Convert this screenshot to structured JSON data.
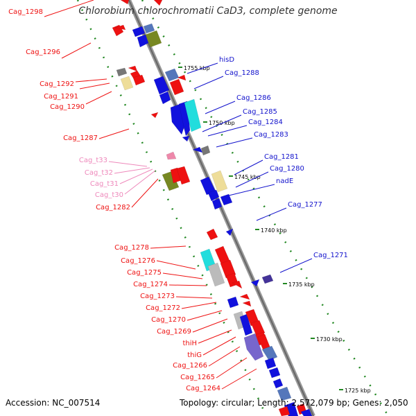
{
  "title": "Chlorobium chlorochromatii CaD3, complete genome",
  "footer": {
    "accession": "Accession: NC_007514",
    "topology": "Topology: circular; Length: 2,572,079 bp; Genes: 2,050"
  },
  "colors": {
    "reverse_label": "#ee1111",
    "forward_label": "#1111cc",
    "trna_label": "#ee88bb",
    "backbone": "#888888",
    "tick": "#228822"
  },
  "kbp_labels": [
    "1755 kbp",
    "1750 kbp",
    "1745 kbp",
    "1740 kbp",
    "1735 kbp",
    "1730 kbp",
    "1725 kbp"
  ],
  "left_labels": [
    {
      "text": "Cag_1298",
      "type": "rev"
    },
    {
      "text": "Cag_1296",
      "type": "rev"
    },
    {
      "text": "Cag_1292",
      "type": "rev"
    },
    {
      "text": "Cag_1291",
      "type": "rev"
    },
    {
      "text": "Cag_1290",
      "type": "rev"
    },
    {
      "text": "Cag_1287",
      "type": "rev"
    },
    {
      "text": "Cag_t33",
      "type": "trna"
    },
    {
      "text": "Cag_t32",
      "type": "trna"
    },
    {
      "text": "Cag_t31",
      "type": "trna"
    },
    {
      "text": "Cag_t30",
      "type": "trna"
    },
    {
      "text": "Cag_1282",
      "type": "rev"
    },
    {
      "text": "Cag_1278",
      "type": "rev"
    },
    {
      "text": "Cag_1276",
      "type": "rev"
    },
    {
      "text": "Cag_1275",
      "type": "rev"
    },
    {
      "text": "Cag_1274",
      "type": "rev"
    },
    {
      "text": "Cag_1273",
      "type": "rev"
    },
    {
      "text": "Cag_1272",
      "type": "rev"
    },
    {
      "text": "Cag_1270",
      "type": "rev"
    },
    {
      "text": "Cag_1269",
      "type": "rev"
    },
    {
      "text": "thiH",
      "type": "rev"
    },
    {
      "text": "thiG",
      "type": "rev"
    },
    {
      "text": "Cag_1266",
      "type": "rev"
    },
    {
      "text": "Cag_1265",
      "type": "rev"
    },
    {
      "text": "Cag_1264",
      "type": "rev"
    }
  ],
  "right_labels": [
    {
      "text": "hisD",
      "type": "fwd"
    },
    {
      "text": "Cag_1288",
      "type": "fwd"
    },
    {
      "text": "Cag_1286",
      "type": "fwd"
    },
    {
      "text": "Cag_1285",
      "type": "fwd"
    },
    {
      "text": "Cag_1284",
      "type": "fwd"
    },
    {
      "text": "Cag_1283",
      "type": "fwd"
    },
    {
      "text": "Cag_1281",
      "type": "fwd"
    },
    {
      "text": "Cag_1280",
      "type": "fwd"
    },
    {
      "text": "nadE",
      "type": "fwd"
    },
    {
      "text": "Cag_1277",
      "type": "fwd"
    },
    {
      "text": "Cag_1271",
      "type": "fwd"
    }
  ],
  "feature_colors": [
    {
      "name": "red",
      "hex": "#ee1111"
    },
    {
      "name": "blue",
      "hex": "#1111dd"
    },
    {
      "name": "steel-blue",
      "hex": "#5577bb"
    },
    {
      "name": "olive",
      "hex": "#778822"
    },
    {
      "name": "cyan",
      "hex": "#22dddd"
    },
    {
      "name": "khaki",
      "hex": "#eedd99"
    },
    {
      "name": "gray",
      "hex": "#777777"
    },
    {
      "name": "light-gray",
      "hex": "#bbbbbb"
    },
    {
      "name": "pink",
      "hex": "#ee88aa"
    },
    {
      "name": "slate-blue",
      "hex": "#7766cc"
    },
    {
      "name": "navy",
      "hex": "#443399"
    }
  ]
}
